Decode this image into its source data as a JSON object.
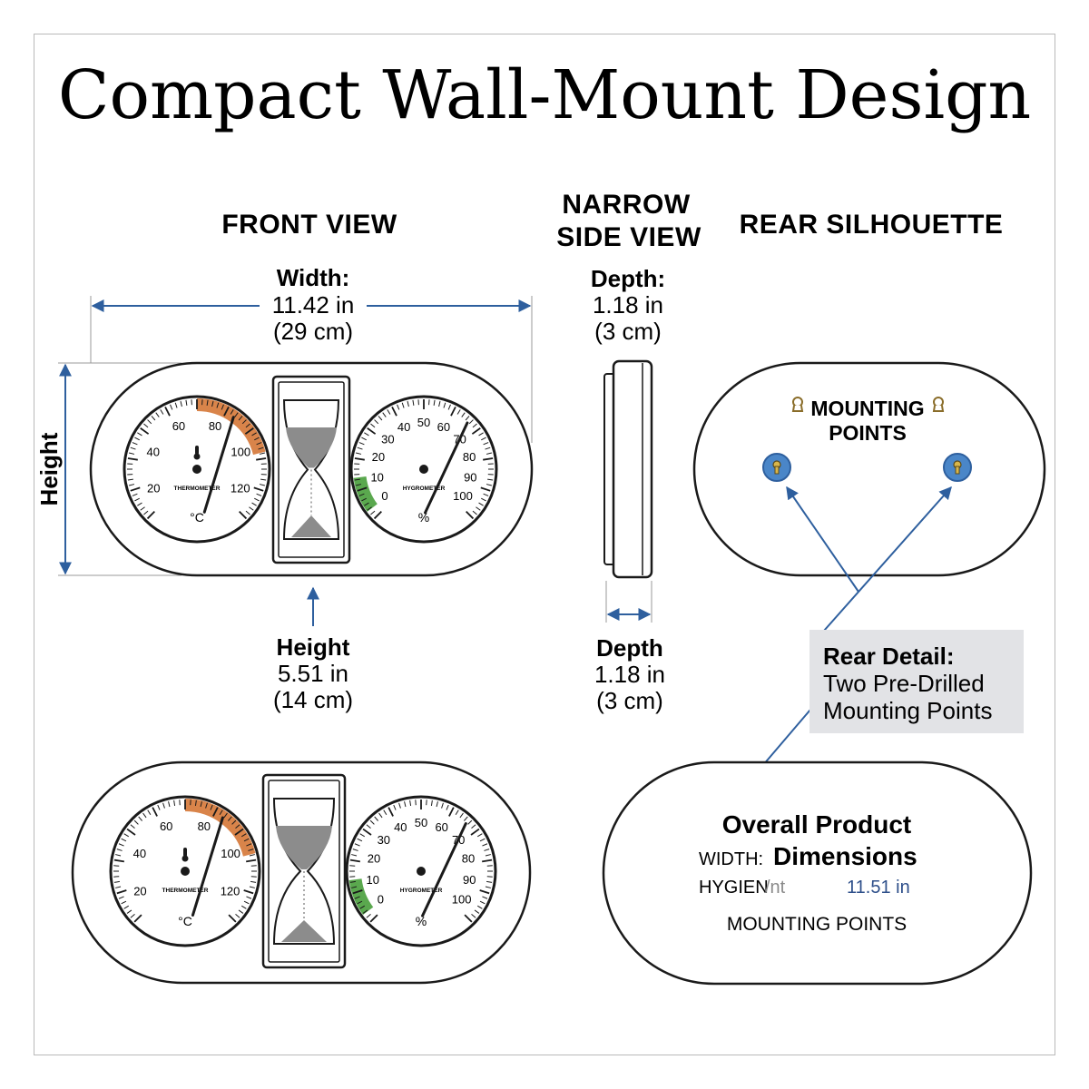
{
  "title": "Compact Wall-Mount Design",
  "sections": {
    "front": "FRONT VIEW",
    "side_line1": "NARROW",
    "side_line2": "SIDE VIEW",
    "rear": "REAR SILHOUETTE"
  },
  "width_label": {
    "name": "Width:",
    "imperial": "11.42 in",
    "metric": "(29 cm)"
  },
  "height_vertical": "Height",
  "height_label": {
    "name": "Height",
    "imperial": "5.51 in",
    "metric": "(14 cm)"
  },
  "depth_top": {
    "name": "Depth:",
    "imperial": "1.18 in",
    "metric": "(3 cm)"
  },
  "depth_bottom": {
    "name": "Depth",
    "imperial": "1.18 in",
    "metric": "(3 cm)"
  },
  "rear": {
    "mounting_line1": "MOUNTING",
    "mounting_line2": "POINTS"
  },
  "callout": {
    "title": "Rear Detail:",
    "line1": "Two Pre-Drilled",
    "line2": "Mounting Points"
  },
  "thermometer": {
    "label": "THERMOMETER",
    "unit": "°C",
    "ticks": [
      "20",
      "40",
      "60",
      "80",
      "100",
      "120"
    ],
    "accent": "#d9844a"
  },
  "hygrometer": {
    "label": "HYGROMETER",
    "unit": "%",
    "ticks": [
      "0",
      "10",
      "20",
      "30",
      "40",
      "50",
      "60",
      "70",
      "80",
      "90",
      "100"
    ],
    "accent": "#5aa84e"
  },
  "dimensions_box": {
    "title_line1": "Overall Product",
    "width_prefix": "WIDTH:",
    "title_line2": "Dimensions",
    "hyg_text": "HYGIЕN",
    "garbled": "/nt",
    "value": "11.51 in",
    "mounting": "MOUNTING POINTS"
  },
  "colors": {
    "arrow": "#2e5f9e",
    "mount_fill": "#4a86c8",
    "callout_bg": "#e2e3e6"
  }
}
